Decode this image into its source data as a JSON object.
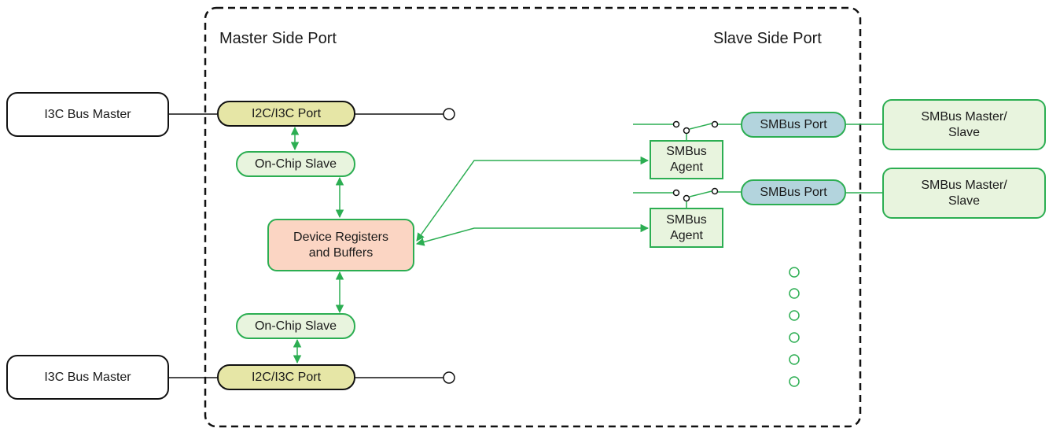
{
  "diagram": {
    "labels": {
      "master_side": "Master Side Port",
      "slave_side": "Slave Side Port"
    },
    "nodes": {
      "i3c_master_top": "I3C Bus Master",
      "i3c_master_bottom": "I3C Bus Master",
      "port_top": "I2C/I3C Port",
      "port_bottom": "I2C/I3C Port",
      "onchip_top": "On-Chip Slave",
      "onchip_bottom": "On-Chip Slave",
      "device": "Device Registers and Buffers",
      "agent_1": "SMBus Agent",
      "agent_2": "SMBus Agent",
      "smbus_port_1": "SMBus Port",
      "smbus_port_2": "SMBus Port",
      "smbus_ext_1": "SMBus Master/ Slave",
      "smbus_ext_2": "SMBus Master/ Slave"
    },
    "colors": {
      "green": "#2cae52",
      "port_fill": "#e6e6a6",
      "slave_fill": "#e8f4de",
      "device_fill": "#fbd5c3",
      "smbus_port_fill": "#b3d4dd"
    }
  }
}
